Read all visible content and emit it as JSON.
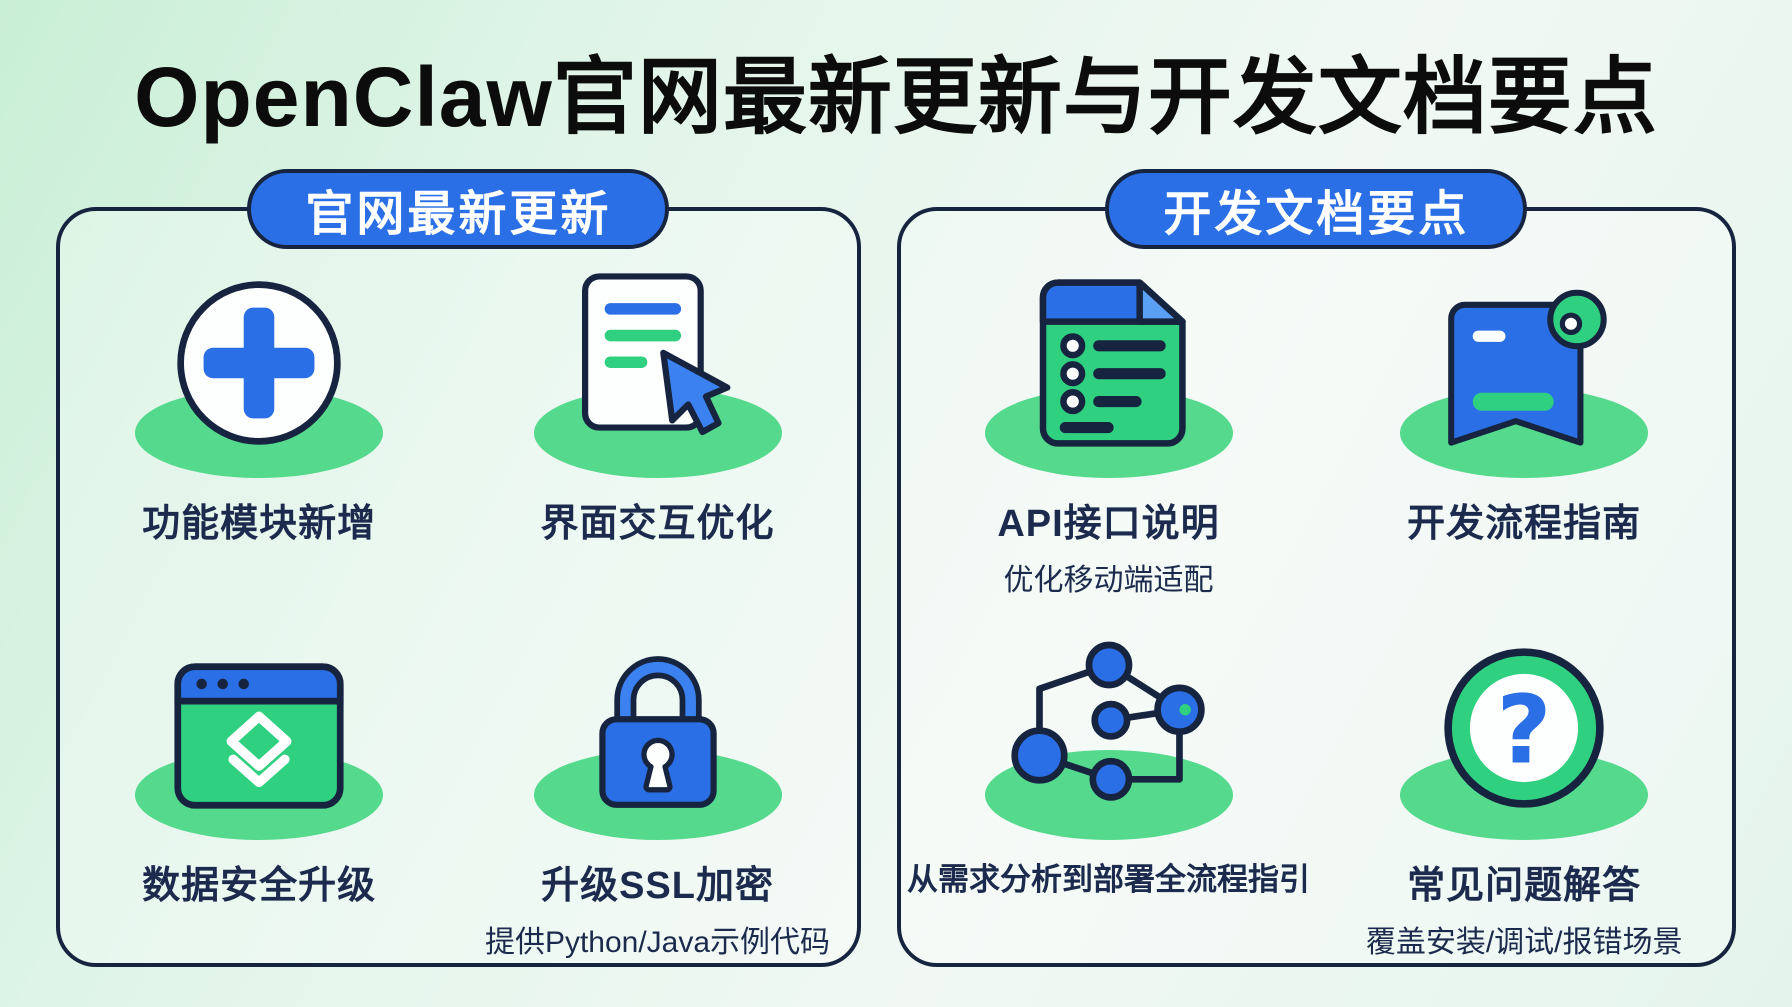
{
  "title": "OpenClaw官网最新更新与开发文档要点",
  "colors": {
    "blue": "#2B6FE6",
    "icon_blue": "#3B82F0",
    "green": "#2FD080",
    "shadow_green": "#55D98C",
    "navy": "#172440",
    "text": "#1C2B4D",
    "white": "#FDFFFE"
  },
  "panels": [
    {
      "header": "官网最新更新",
      "items": [
        {
          "icon": "plus-circle-icon",
          "title": "功能模块新增",
          "subtitle": ""
        },
        {
          "icon": "document-cursor-icon",
          "title": "界面交互优化",
          "subtitle": ""
        },
        {
          "icon": "browser-window-icon",
          "title": "数据安全升级",
          "subtitle": ""
        },
        {
          "icon": "ssl-lock-icon",
          "title": "升级SSL加密",
          "subtitle": "提供Python/Java示例代码"
        }
      ]
    },
    {
      "header": "开发文档要点",
      "items": [
        {
          "icon": "api-list-icon",
          "title": "API接口说明",
          "subtitle": "优化移动端适配"
        },
        {
          "icon": "dev-guide-badge-icon",
          "title": "开发流程指南",
          "subtitle": ""
        },
        {
          "icon": "flow-network-icon",
          "title": "从需求分析到部署全流程指引",
          "subtitle": ""
        },
        {
          "icon": "question-circle-icon",
          "title": "常见问题解答",
          "subtitle": "覆盖安装/调试/报错场景"
        }
      ]
    }
  ]
}
